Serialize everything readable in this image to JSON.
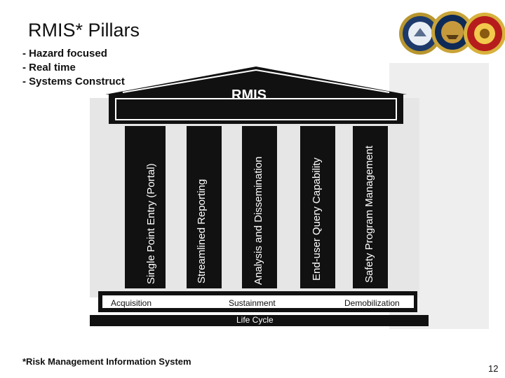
{
  "title": "RMIS* Pillars",
  "bullets": [
    "- Hazard focused",
    "- Real time",
    "- Systems Construct"
  ],
  "roof_label": "RMIS",
  "pillars": [
    {
      "label": "Single Point Entry (Portal)"
    },
    {
      "label": "Streamlined Reporting"
    },
    {
      "label": "Analysis and Dissemination"
    },
    {
      "label": "End-user Query Capability"
    },
    {
      "label": "Safety Program Management"
    }
  ],
  "phases": {
    "acquisition": "Acquisition",
    "sustainment": "Sustainment",
    "demobilization": "Demobilization"
  },
  "base_label": "Life Cycle",
  "footnote": "*Risk Management Information System",
  "page_number": "12",
  "seals": [
    {
      "icon": "department-of-the-navy-seal-icon"
    },
    {
      "icon": "dept-of-navy-seal-icon"
    },
    {
      "icon": "marine-corps-seal-icon"
    }
  ]
}
